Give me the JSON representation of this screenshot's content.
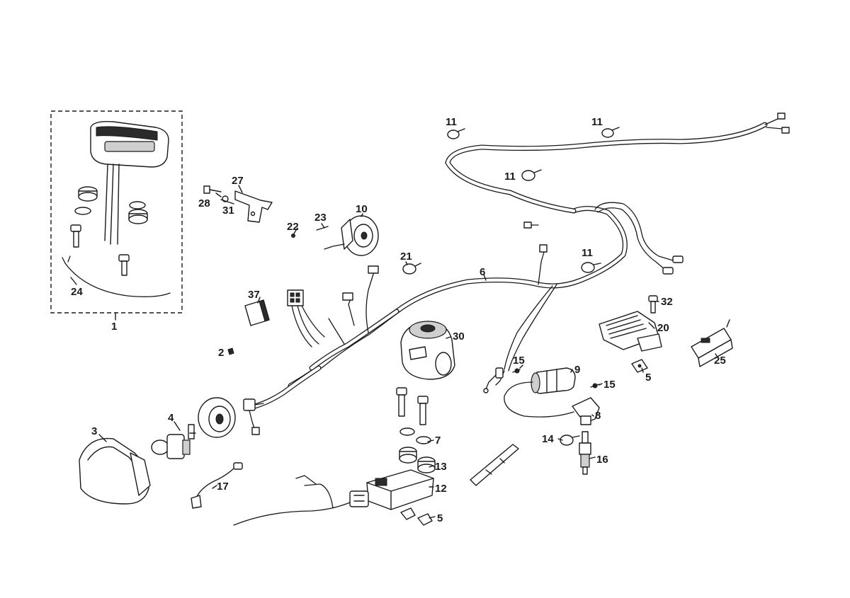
{
  "callouts": [
    {
      "id": "c1",
      "text": "1"
    },
    {
      "id": "c2",
      "text": "2"
    },
    {
      "id": "c3",
      "text": "3"
    },
    {
      "id": "c4",
      "text": "4"
    },
    {
      "id": "c5a",
      "text": "5"
    },
    {
      "id": "c5b",
      "text": "5"
    },
    {
      "id": "c6",
      "text": "6"
    },
    {
      "id": "c7",
      "text": "7"
    },
    {
      "id": "c8",
      "text": "8"
    },
    {
      "id": "c9",
      "text": "9"
    },
    {
      "id": "c10",
      "text": "10"
    },
    {
      "id": "c11a",
      "text": "11"
    },
    {
      "id": "c11b",
      "text": "11"
    },
    {
      "id": "c11c",
      "text": "11"
    },
    {
      "id": "c11d",
      "text": "11"
    },
    {
      "id": "c12",
      "text": "12"
    },
    {
      "id": "c13",
      "text": "13"
    },
    {
      "id": "c14",
      "text": "14"
    },
    {
      "id": "c15a",
      "text": "15"
    },
    {
      "id": "c15b",
      "text": "15"
    },
    {
      "id": "c16",
      "text": "16"
    },
    {
      "id": "c17",
      "text": "17"
    },
    {
      "id": "c20",
      "text": "20"
    },
    {
      "id": "c21",
      "text": "21"
    },
    {
      "id": "c22",
      "text": "22"
    },
    {
      "id": "c23",
      "text": "23"
    },
    {
      "id": "c24",
      "text": "24"
    },
    {
      "id": "c25",
      "text": "25"
    },
    {
      "id": "c27",
      "text": "27"
    },
    {
      "id": "c28",
      "text": "28"
    },
    {
      "id": "c30",
      "text": "30"
    },
    {
      "id": "c31",
      "text": "31"
    },
    {
      "id": "c32",
      "text": "32"
    },
    {
      "id": "c37",
      "text": "37"
    }
  ],
  "colors": {
    "ink": "#1a1a1a",
    "background": "#ffffff"
  }
}
